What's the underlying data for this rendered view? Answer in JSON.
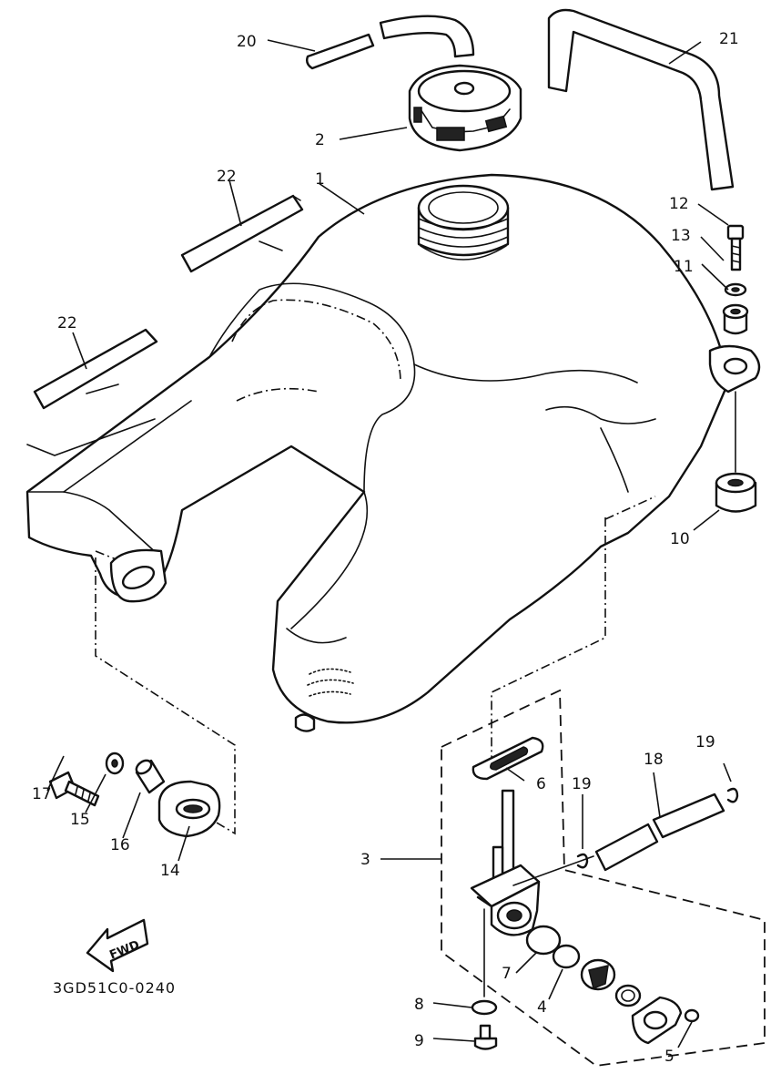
{
  "diagram_code": "3GD51C0-0240",
  "direction_label": "FWD",
  "callouts": {
    "c1": "1",
    "c2": "2",
    "c3": "3",
    "c4": "4",
    "c5": "5",
    "c6": "6",
    "c7": "7",
    "c8": "8",
    "c9": "9",
    "c10": "10",
    "c11": "11",
    "c12": "12",
    "c13": "13",
    "c14": "14",
    "c15": "15",
    "c16": "16",
    "c17": "17",
    "c18": "18",
    "c19a": "19",
    "c19b": "19",
    "c20": "20",
    "c21": "21",
    "c22a": "22",
    "c22b": "22"
  }
}
